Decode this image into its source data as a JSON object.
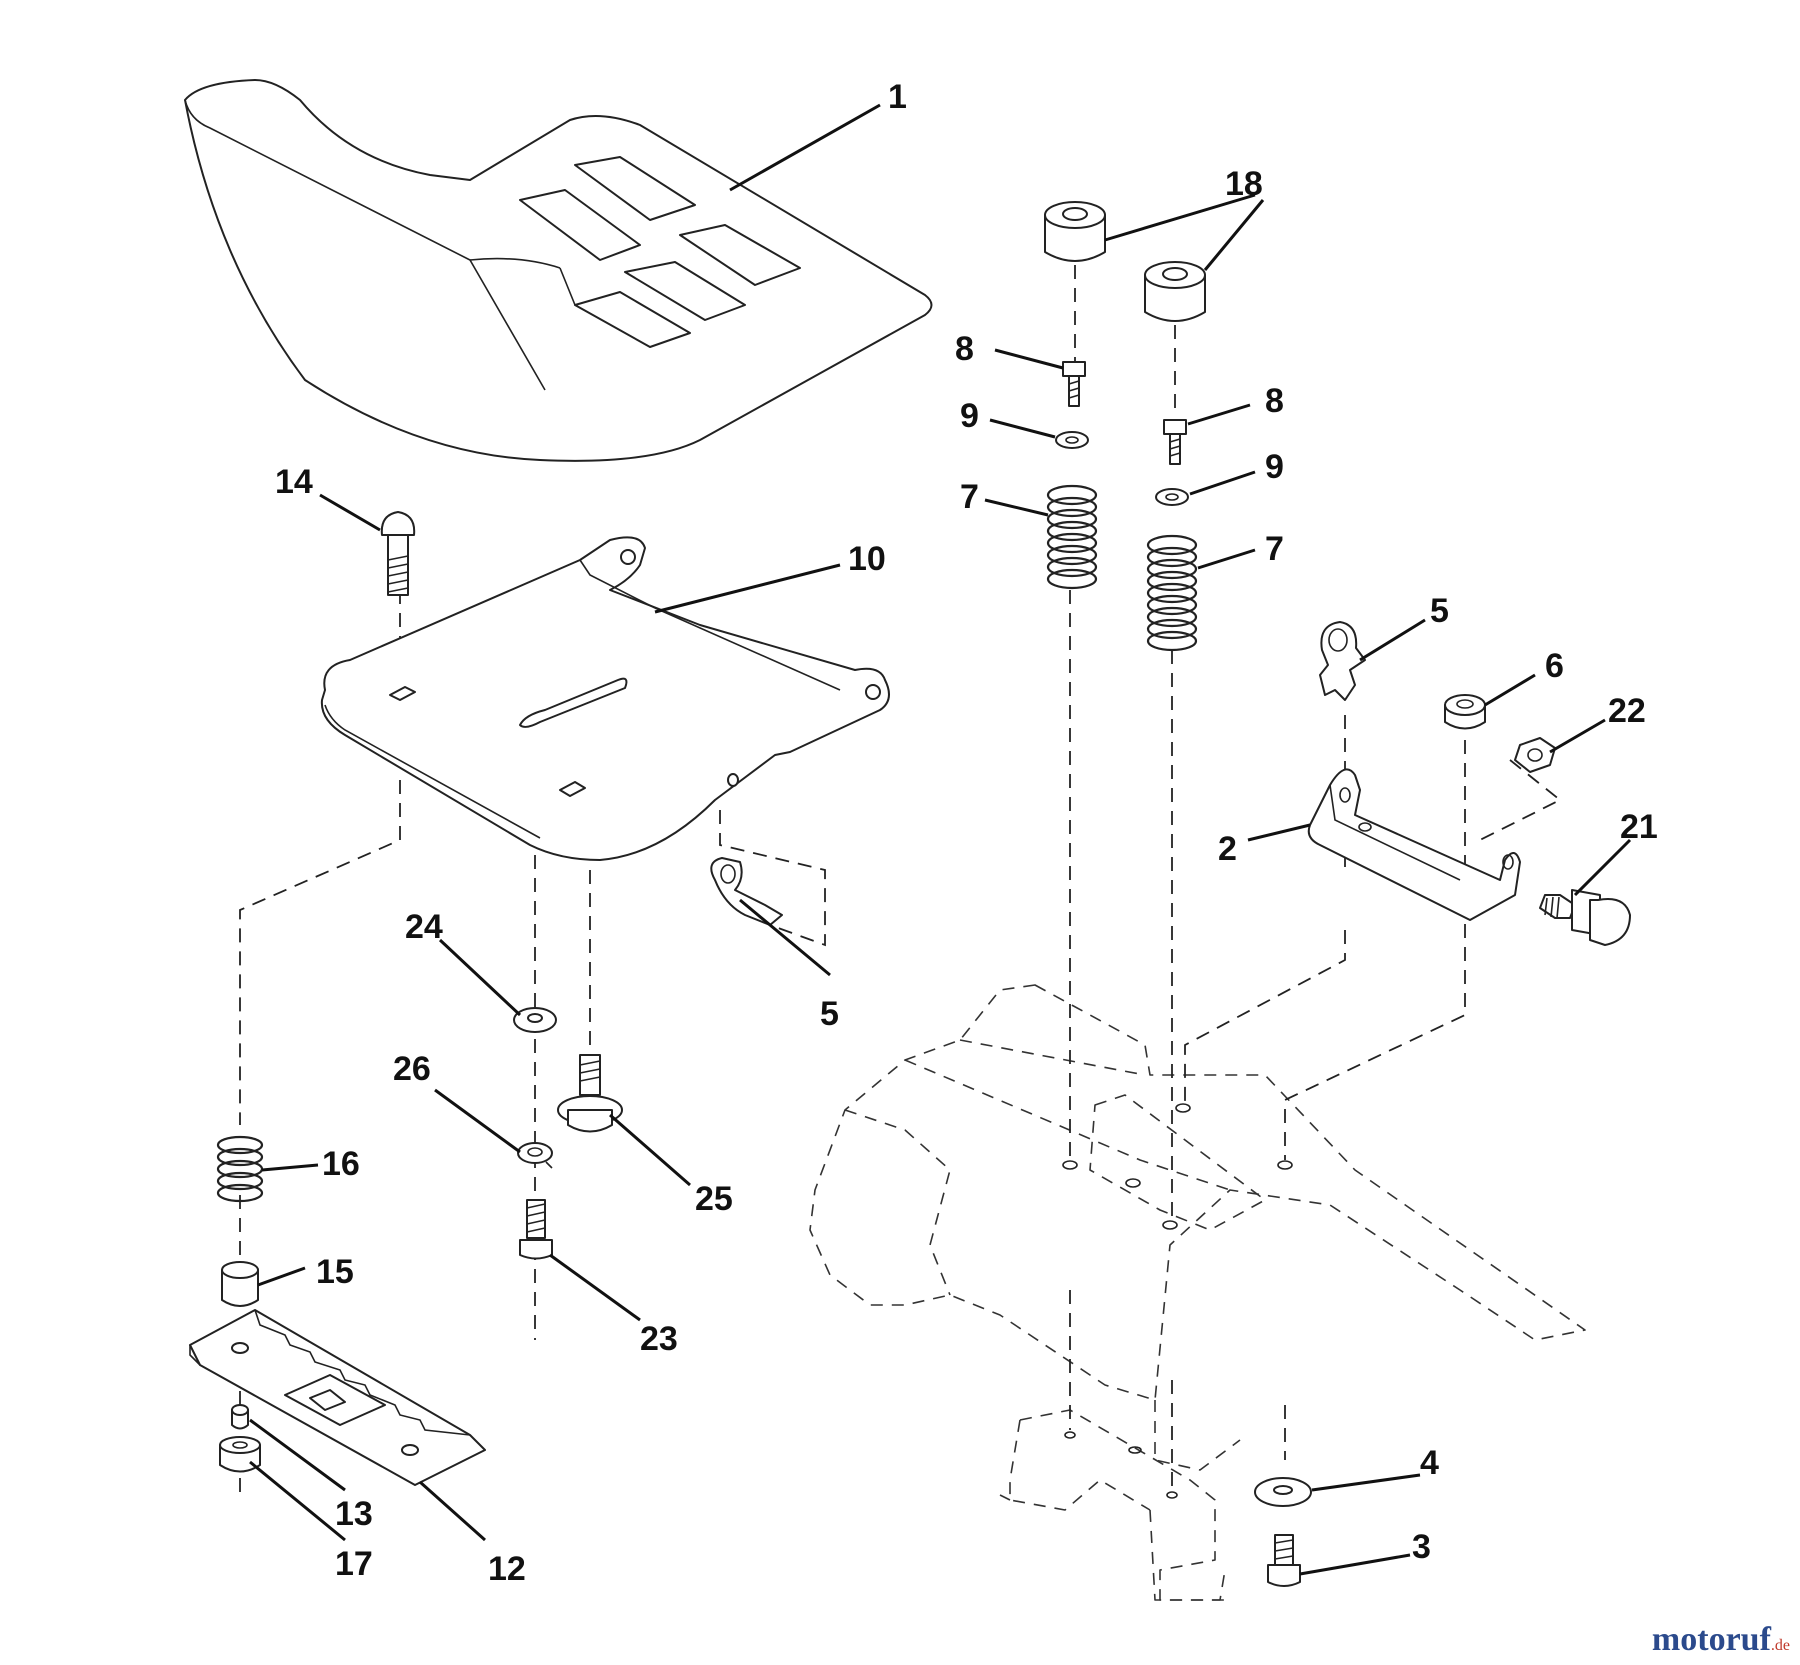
{
  "callouts": {
    "c1": "1",
    "c2": "2",
    "c3": "3",
    "c4": "4",
    "c5a": "5",
    "c5b": "5",
    "c6": "6",
    "c7a": "7",
    "c7b": "7",
    "c8a": "8",
    "c8b": "8",
    "c9a": "9",
    "c9b": "9",
    "c10": "10",
    "c12": "12",
    "c13": "13",
    "c14": "14",
    "c15": "15",
    "c16": "16",
    "c17": "17",
    "c18": "18",
    "c21": "21",
    "c22": "22",
    "c23": "23",
    "c24": "24",
    "c25": "25",
    "c26": "26"
  },
  "watermark": {
    "brand": "motoruf",
    "suffix": ".de",
    "brand_color": "#2b4a8c",
    "accent_color": "#c0392b"
  }
}
